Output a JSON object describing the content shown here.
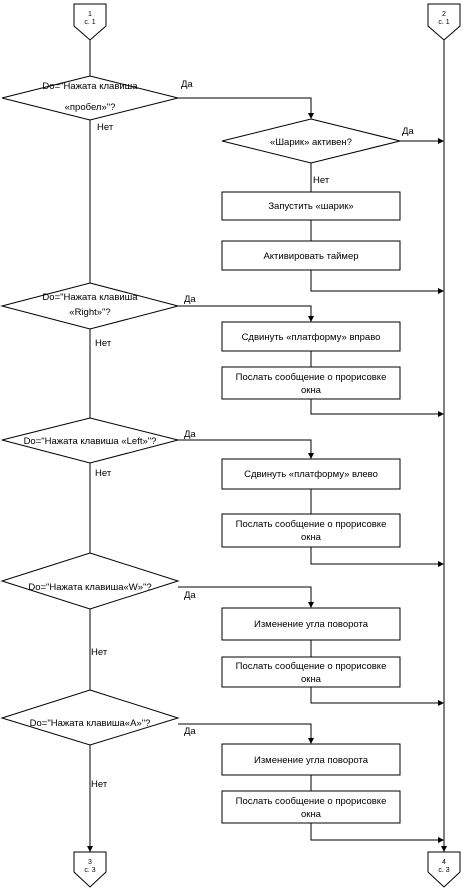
{
  "connectors": {
    "c1": {
      "num": "1",
      "page": "с. 1"
    },
    "c2": {
      "num": "2",
      "page": "с. 1"
    },
    "c3": {
      "num": "3",
      "page": "с. 3"
    },
    "c4": {
      "num": "4",
      "page": "с. 3"
    }
  },
  "decisions": {
    "d1": {
      "line1": "Do=\"Нажата клавиша",
      "line2": "«пробел»\"?"
    },
    "d2": {
      "line1": "«Шарик» активен?"
    },
    "d3": {
      "line1": "Do=\"Нажата клавиша",
      "line2": "«Right»\"?"
    },
    "d4": {
      "line1": "Do=\"Нажата клавиша «Left»\"?"
    },
    "d5": {
      "line1": "Do=\"Нажата клавиша«W»\"?"
    },
    "d6": {
      "line1": "Do=\"Нажата клавиша«A»\"?"
    }
  },
  "processes": {
    "p1": {
      "line1": "Запустить «шарик»"
    },
    "p2": {
      "line1": "Активировать таймер"
    },
    "p3": {
      "line1": "Сдвинуть «платформу» вправо"
    },
    "p4": {
      "line1": "Послать сообщение о прорисовке",
      "line2": "окна"
    },
    "p5": {
      "line1": "Сдвинуть «платформу» влево"
    },
    "p6": {
      "line1": "Послать сообщение о прорисовке",
      "line2": "окна"
    },
    "p7": {
      "line1": "Изменение угла поворота"
    },
    "p8": {
      "line1": "Послать сообщение о прорисовке",
      "line2": "окна"
    },
    "p9": {
      "line1": "Изменение угла поворота"
    },
    "p10": {
      "line1": "Послать сообщение о прорисовке",
      "line2": "окна"
    }
  },
  "labels": {
    "yes": "Да",
    "no": "Нет"
  }
}
